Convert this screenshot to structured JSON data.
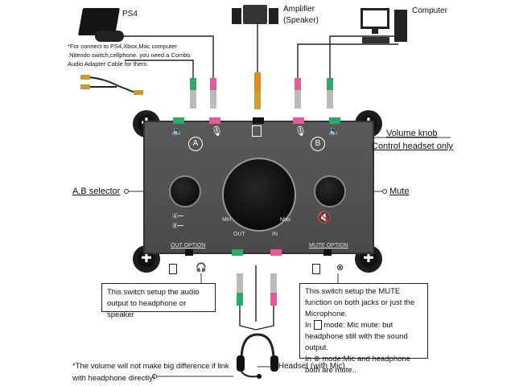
{
  "labels": {
    "ps4": "PS4",
    "ps4_note": "*For connect to PS4,Xbox,Mac computer ,Nitendo switch,cellphone. you need a Combo Audio Adapter Cable for them.",
    "amplifier": "Amplifier",
    "amplifier_sub": "(Speaker)",
    "computer": "Computer",
    "volume_knob": "Volume knob",
    "control_headset": "Control headset only",
    "ab_selector": "A,B selector",
    "mute": "Mute",
    "out_option": "OUT OPTION",
    "mute_option": "MUTE OPTION",
    "out": "OUT",
    "in": "IN",
    "min": "Min",
    "max": "Max",
    "a": "A",
    "b": "B",
    "out_note": "This switch setup the audio output to headphone or speaker",
    "mute_note_1": "This switch setup the MUTE function on both jacks or just the Microphone.",
    "mute_note_2": "In",
    "mute_note_3": "mode: Mic mute: but headphone still with the sound output.",
    "mute_note_4": "In",
    "mute_note_5": "mode:Mic and headphone both are mute..",
    "volume_warning": "*The volume will not make big difference if link with headphone directly!",
    "headset": "*Headset (with Mic)"
  },
  "colors": {
    "green": "#2fa86a",
    "pink": "#e25b9a",
    "orange": "#e38a1f",
    "device": "#4f4f4f"
  }
}
